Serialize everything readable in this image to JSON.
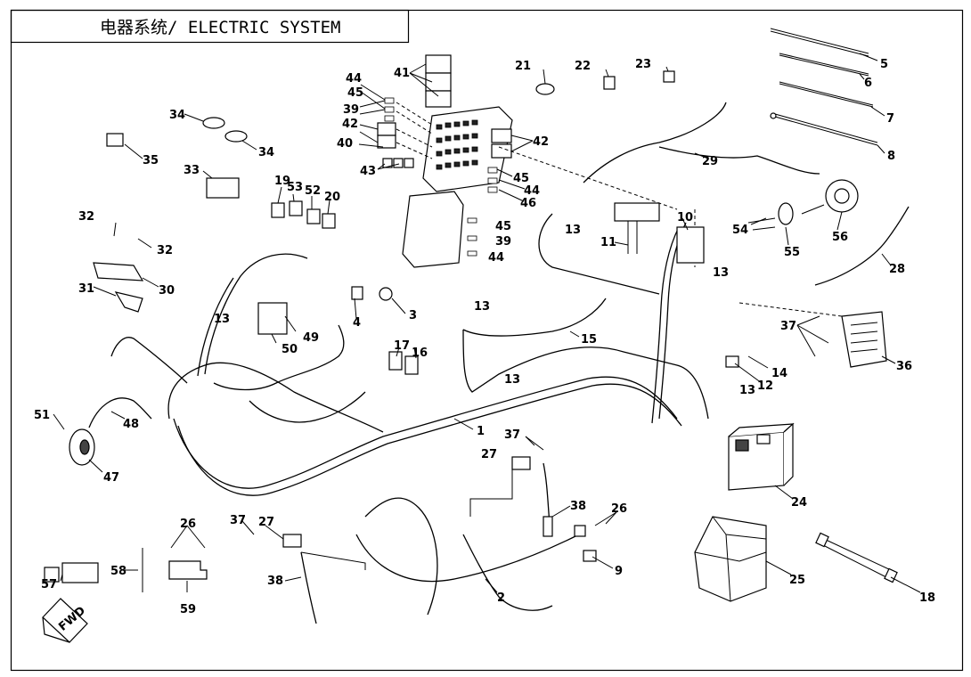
{
  "title": "电器系统/ ELECTRIC SYSTEM",
  "direction_label": "FWD",
  "callouts": [
    {
      "id": "1",
      "label": "1"
    },
    {
      "id": "2",
      "label": "2"
    },
    {
      "id": "3",
      "label": "3"
    },
    {
      "id": "4",
      "label": "4"
    },
    {
      "id": "5",
      "label": "5"
    },
    {
      "id": "6",
      "label": "6"
    },
    {
      "id": "7",
      "label": "7"
    },
    {
      "id": "8",
      "label": "8"
    },
    {
      "id": "9",
      "label": "9"
    },
    {
      "id": "10",
      "label": "10"
    },
    {
      "id": "11",
      "label": "11"
    },
    {
      "id": "12",
      "label": "12"
    },
    {
      "id": "13a",
      "label": "13"
    },
    {
      "id": "13b",
      "label": "13"
    },
    {
      "id": "13c",
      "label": "13"
    },
    {
      "id": "13d",
      "label": "13"
    },
    {
      "id": "13e",
      "label": "13"
    },
    {
      "id": "13f",
      "label": "13"
    },
    {
      "id": "14",
      "label": "14"
    },
    {
      "id": "15",
      "label": "15"
    },
    {
      "id": "16",
      "label": "16"
    },
    {
      "id": "17",
      "label": "17"
    },
    {
      "id": "18",
      "label": "18"
    },
    {
      "id": "19",
      "label": "19"
    },
    {
      "id": "20",
      "label": "20"
    },
    {
      "id": "21",
      "label": "21"
    },
    {
      "id": "22",
      "label": "22"
    },
    {
      "id": "23",
      "label": "23"
    },
    {
      "id": "24",
      "label": "24"
    },
    {
      "id": "25",
      "label": "25"
    },
    {
      "id": "26a",
      "label": "26"
    },
    {
      "id": "26b",
      "label": "26"
    },
    {
      "id": "27a",
      "label": "27"
    },
    {
      "id": "27b",
      "label": "27"
    },
    {
      "id": "28",
      "label": "28"
    },
    {
      "id": "29",
      "label": "29"
    },
    {
      "id": "30",
      "label": "30"
    },
    {
      "id": "31",
      "label": "31"
    },
    {
      "id": "32a",
      "label": "32"
    },
    {
      "id": "32b",
      "label": "32"
    },
    {
      "id": "33",
      "label": "33"
    },
    {
      "id": "34a",
      "label": "34"
    },
    {
      "id": "34b",
      "label": "34"
    },
    {
      "id": "35",
      "label": "35"
    },
    {
      "id": "36",
      "label": "36"
    },
    {
      "id": "37a",
      "label": "37"
    },
    {
      "id": "37b",
      "label": "37"
    },
    {
      "id": "37c",
      "label": "37"
    },
    {
      "id": "38a",
      "label": "38"
    },
    {
      "id": "38b",
      "label": "38"
    },
    {
      "id": "39a",
      "label": "39"
    },
    {
      "id": "39b",
      "label": "39"
    },
    {
      "id": "40",
      "label": "40"
    },
    {
      "id": "41",
      "label": "41"
    },
    {
      "id": "42a",
      "label": "42"
    },
    {
      "id": "42b",
      "label": "42"
    },
    {
      "id": "43",
      "label": "43"
    },
    {
      "id": "44a",
      "label": "44"
    },
    {
      "id": "44b",
      "label": "44"
    },
    {
      "id": "44c",
      "label": "44"
    },
    {
      "id": "45a",
      "label": "45"
    },
    {
      "id": "45b",
      "label": "45"
    },
    {
      "id": "45c",
      "label": "45"
    },
    {
      "id": "46",
      "label": "46"
    },
    {
      "id": "47",
      "label": "47"
    },
    {
      "id": "48",
      "label": "48"
    },
    {
      "id": "49",
      "label": "49"
    },
    {
      "id": "50",
      "label": "50"
    },
    {
      "id": "51",
      "label": "51"
    },
    {
      "id": "52",
      "label": "52"
    },
    {
      "id": "53",
      "label": "53"
    },
    {
      "id": "54",
      "label": "54"
    },
    {
      "id": "55",
      "label": "55"
    },
    {
      "id": "56",
      "label": "56"
    },
    {
      "id": "57",
      "label": "57"
    },
    {
      "id": "58",
      "label": "58"
    },
    {
      "id": "59",
      "label": "59"
    }
  ]
}
